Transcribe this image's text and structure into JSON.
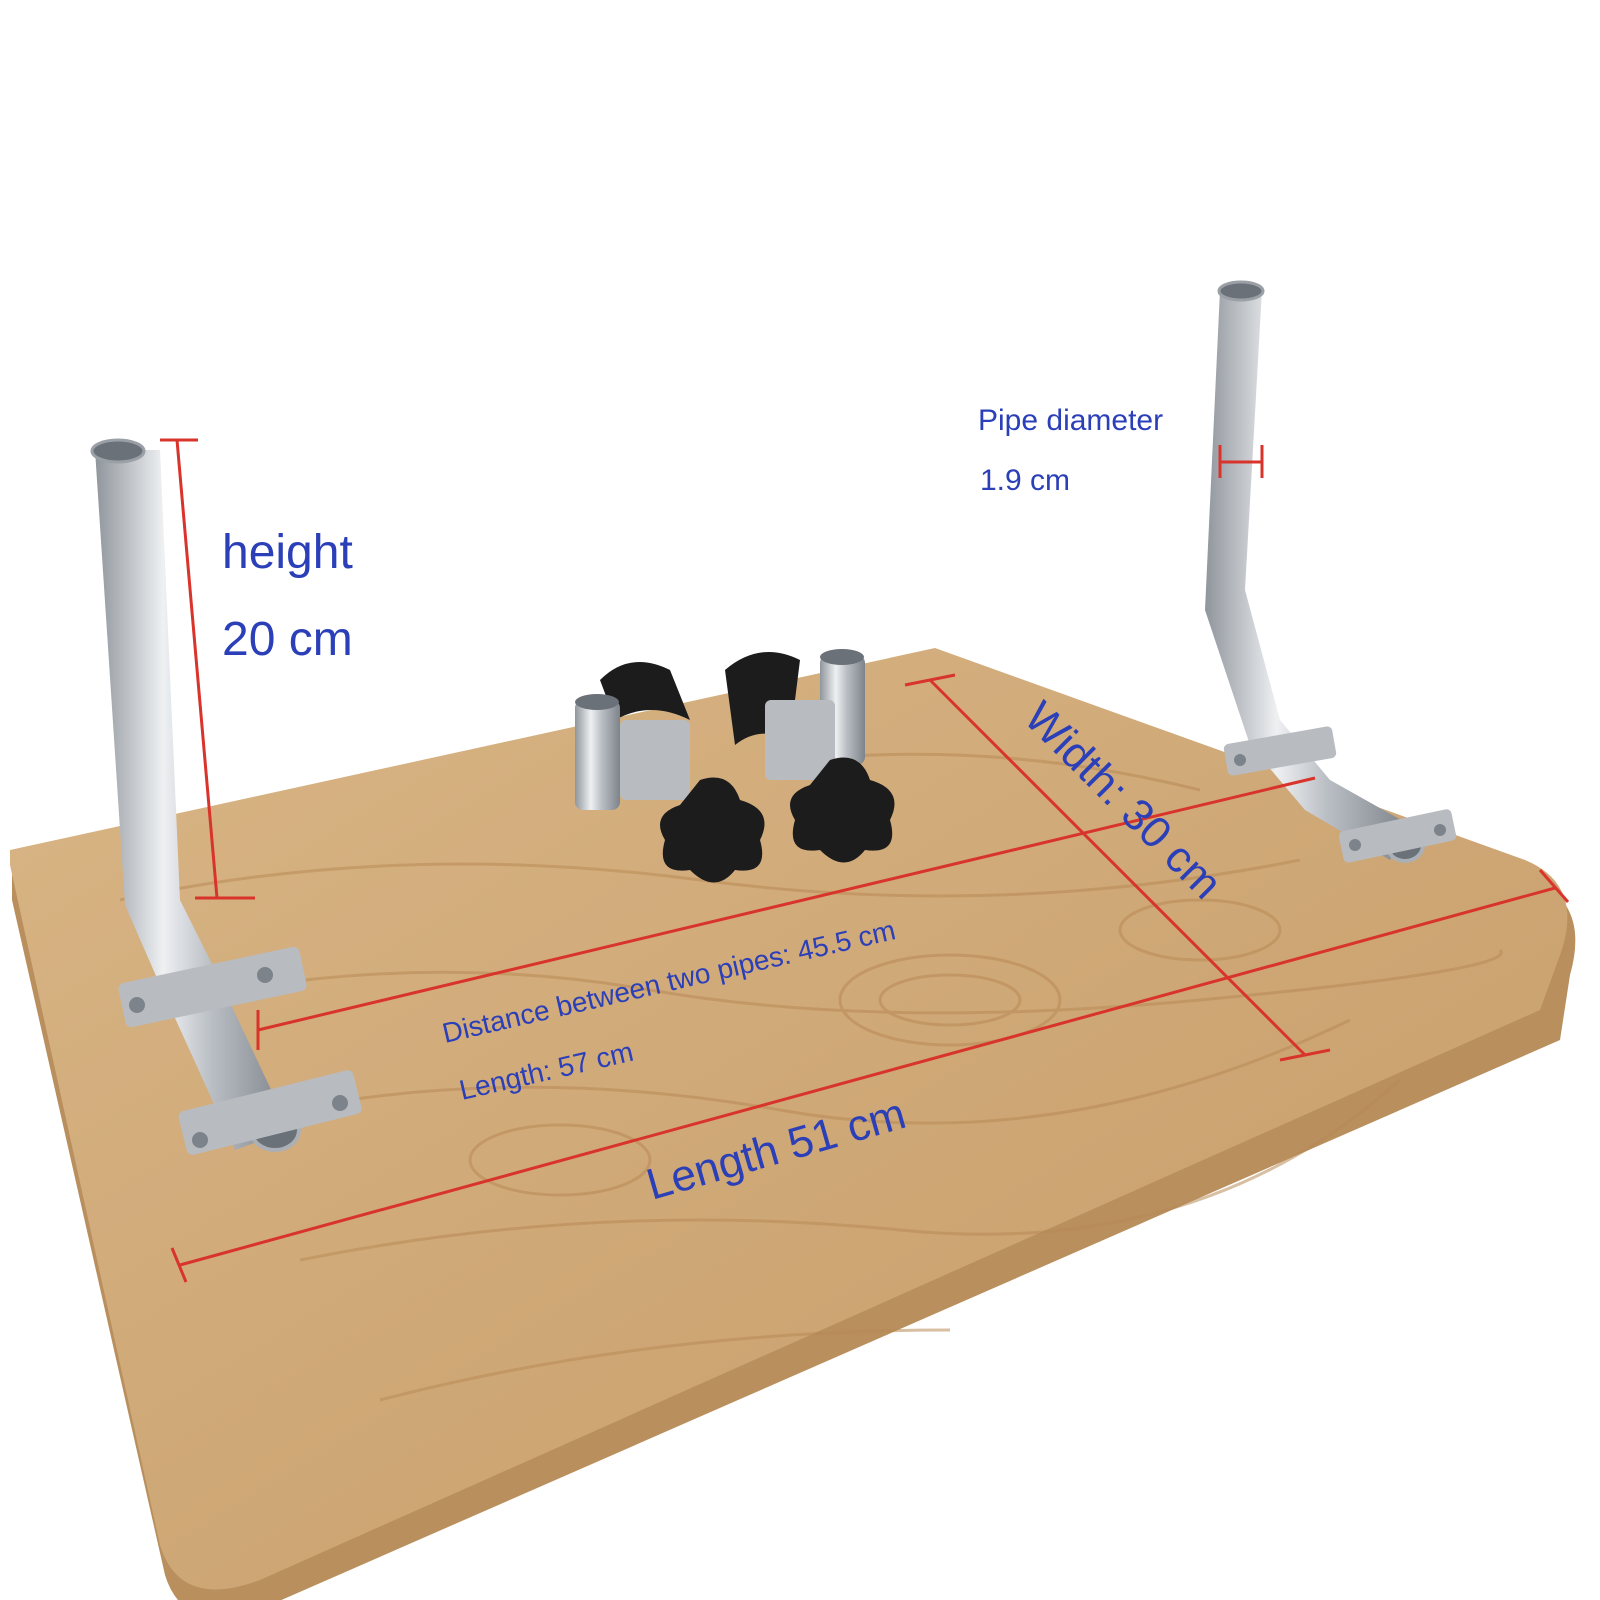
{
  "annotations": {
    "height_label": "height",
    "height_value": "20 cm",
    "pipe_label": "Pipe diameter",
    "pipe_value": "1.9 cm",
    "width_label": "Width: 30 cm",
    "distance_label": "Distance between two pipes: 45.5 cm",
    "inner_length_label": "Length: 57 cm",
    "length_label": "Length 51 cm"
  },
  "colors": {
    "label": "#2a3fb8",
    "dimension_line": "#d9342b",
    "board": "#cfa877",
    "board_edge": "#b98f5e",
    "pipe": "#c3c7cc",
    "knob": "#1c1c1c"
  }
}
